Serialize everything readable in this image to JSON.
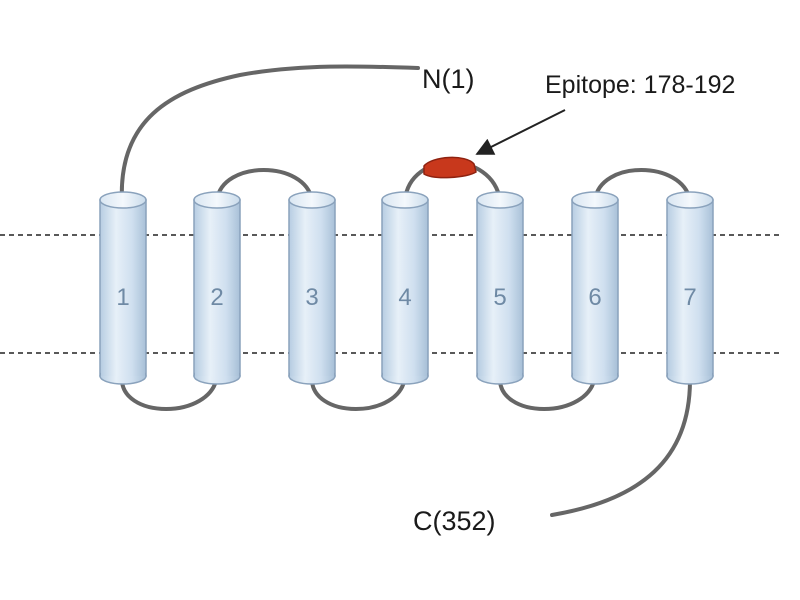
{
  "diagram": {
    "n_terminus_label": "N(1)",
    "c_terminus_label": "C(352)",
    "epitope_label": "Epitope: 178-192",
    "helices": [
      {
        "number": "1"
      },
      {
        "number": "2"
      },
      {
        "number": "3"
      },
      {
        "number": "4"
      },
      {
        "number": "5"
      },
      {
        "number": "6"
      },
      {
        "number": "7"
      }
    ],
    "colors": {
      "helix_fill": "#cfdfef",
      "helix_fill_light": "#eef4fa",
      "helix_stroke": "#8aa2bc",
      "loop": "#666666",
      "membrane_line": "#222222",
      "epitope": "#c8381c",
      "text": "#1a1a1a",
      "helix_number": "#6f8aa5"
    }
  }
}
